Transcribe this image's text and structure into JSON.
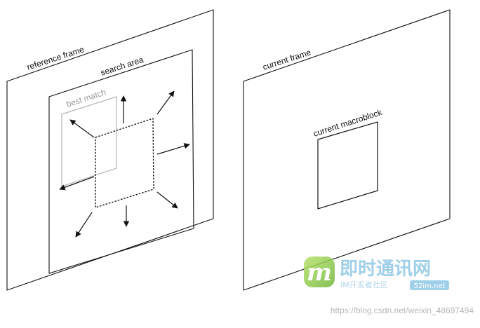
{
  "labels": {
    "reference_frame": "reference frame",
    "search_area": "search area",
    "best_match": "best match",
    "current_frame": "current frame",
    "current_macroblock": "current macroblock"
  },
  "watermark": {
    "logo_letter": "m",
    "name": "即时通讯网",
    "tagline": "IM开发者社区",
    "domain": "52im.net",
    "url": "https://blog.csdn.net/weixin_48697494"
  },
  "colors": {
    "line": "#111111",
    "best_match": "#b5b5b5",
    "watermark_blue": "#8fc7e6",
    "watermark_green": "#8cc63f"
  }
}
